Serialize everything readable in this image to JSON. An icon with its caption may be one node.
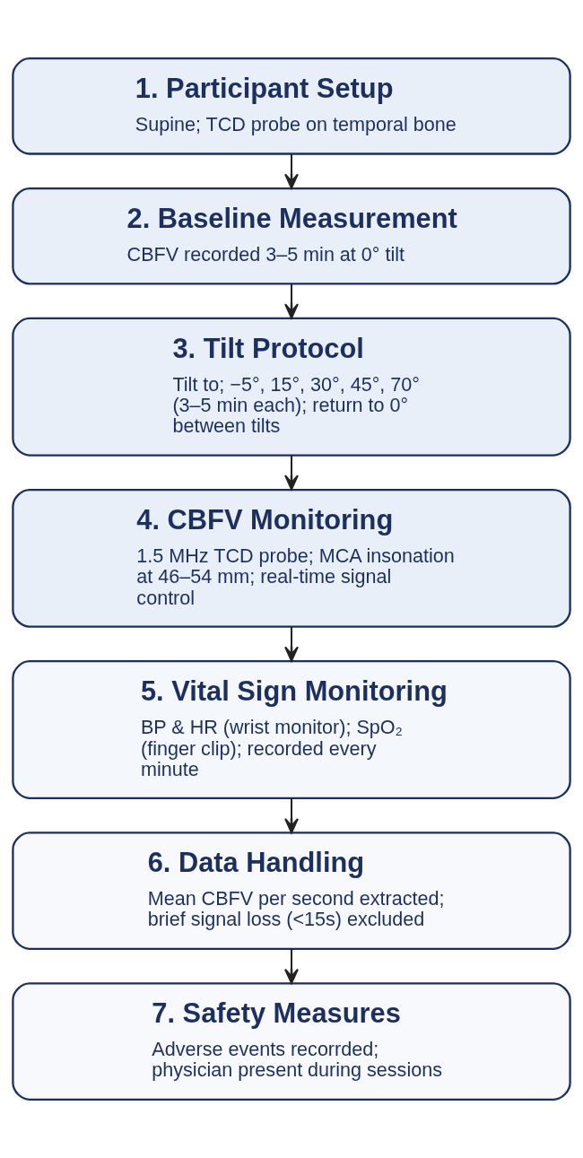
{
  "diagram": {
    "nodes": [
      {
        "text": [
          "1. Participant Setup",
          "Supine; TCD probe on temporal bone"
        ]
      },
      {
        "text": [
          "2. Baseline Measurement",
          "CBFV recorded 3–5 min at 0° tilt"
        ]
      },
      {
        "text": [
          "3. Tilt Protocol",
          "Tilt to; −5°, 15°, 30°, 45°, 70° (3–5 min each); return to 0° between tilts"
        ]
      },
      {
        "text": [
          "4. CBFV Monitoring",
          "1.5 MHz TCD probe; MCA insonation at 46–54 mm; real-time signal control"
        ]
      },
      {
        "text": [
          "5. Vital Sign Monitoring",
          "BP & HR (wrist monitor); SpO₂ (finger clip); recorded every minute"
        ]
      },
      {
        "text": [
          "6. Data Handling",
          "Mean CBFV per second extracted; brief signal loss (<15s) excluded"
        ]
      },
      {
        "text": [
          "7. Safety Measures",
          "Adverse events recorrded; physician present during sessions"
        ]
      }
    ],
    "edges": [
      {
        "from": 0,
        "to": 1,
        "arrow": "to"
      },
      {
        "from": 1,
        "to": 2,
        "arrow": "to"
      },
      {
        "from": 2,
        "to": 3,
        "arrow": "to"
      },
      {
        "from": 3,
        "to": 4,
        "arrow": "to"
      },
      {
        "from": 4,
        "to": 5,
        "arrow": "to"
      },
      {
        "from": 5,
        "to": 6,
        "arrow": "to"
      }
    ]
  }
}
